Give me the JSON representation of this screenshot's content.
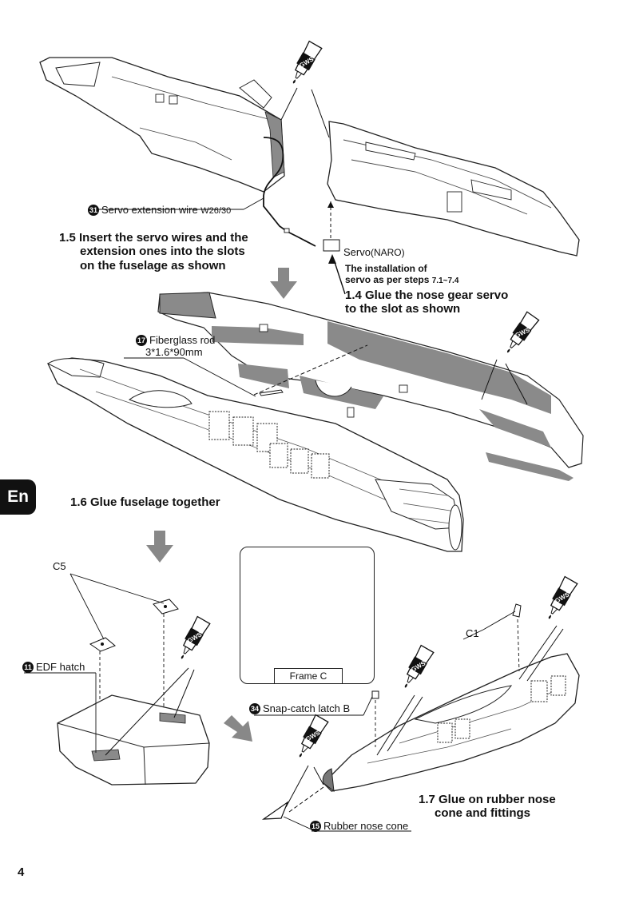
{
  "language_tab": "En",
  "page_number": "4",
  "glue_label": "GWS",
  "colors": {
    "ink": "#111111",
    "glue_area": "#8a8a8a",
    "arrow": "#888888",
    "part": "#ffffff"
  },
  "labels": {
    "servo_wire": {
      "num": "31",
      "text": "Servo extension wire",
      "sub": "W26/30"
    },
    "servo": {
      "text": "Servo",
      "sub": "(NARO)"
    },
    "servo_note": {
      "line1": "The installation of",
      "line2": "servo as per steps",
      "steps": "7.1~7.4"
    },
    "rod": {
      "num": "17",
      "line1": "Fiberglass rod",
      "line2": "3*1.6*90mm"
    },
    "c5": "C5",
    "edf": {
      "num": "11",
      "text": "EDF hatch"
    },
    "frame": "Frame C",
    "c1": "C1",
    "latch": {
      "num": "34",
      "text": "Snap-catch latch B"
    },
    "nose_cone": {
      "num": "15",
      "text": "Rubber nose cone"
    }
  },
  "steps": {
    "s15": {
      "line1": "1.5 Insert the servo wires and the",
      "line2": "extension ones into the slots",
      "line3": "on the fuselage as shown"
    },
    "s14": {
      "line1": "1.4 Glue the nose gear servo",
      "line2": "to the slot as shown"
    },
    "s16": "1.6 Glue fuselage together",
    "s17": {
      "line1": "1.7 Glue on rubber nose",
      "line2": "cone  and fittings"
    }
  }
}
